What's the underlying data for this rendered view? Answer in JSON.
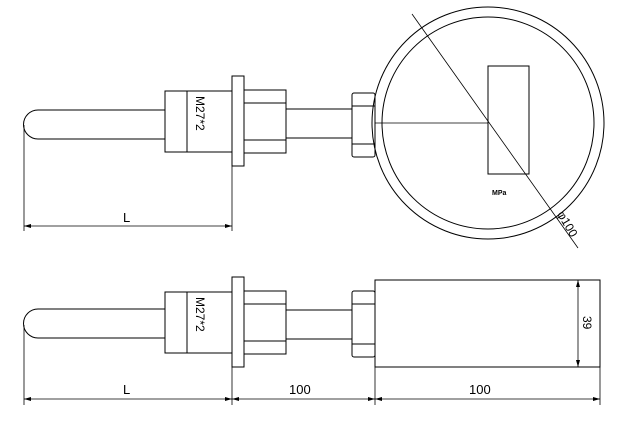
{
  "labels": {
    "top_thread": "M27*2",
    "top_length": "L",
    "unit": "MPa",
    "dial_diameter": "φ100",
    "bottom_thread": "M27*2",
    "bottom_length": "L",
    "dim_stem": "100",
    "dim_case": "100",
    "dim_depth": "39"
  }
}
